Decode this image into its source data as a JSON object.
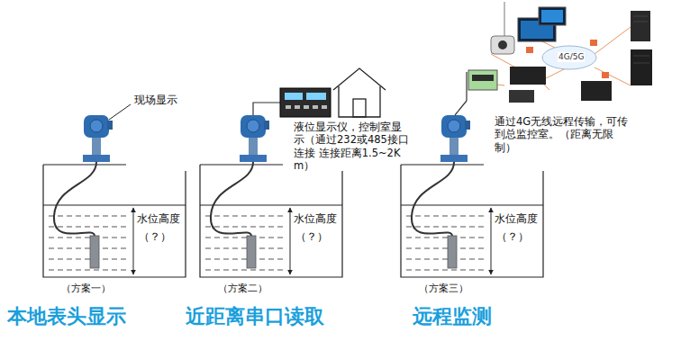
{
  "diagram": {
    "labels": [
      "现场显示",
      "液位显示仪，控制室显示（通过232或485接口连接 连接距离1.5~2Km）",
      "通过4G无线远程传输，可传到总监控室。（距离无限制）",
      "4G/5G",
      "水位高度",
      "（？）",
      "水位高度",
      "（？）",
      "水位高度",
      "（？）",
      "（方案一）",
      "（方案二）",
      "（方案三）",
      "本地表头显示",
      "近距离串口读取",
      "远程监测"
    ]
  }
}
